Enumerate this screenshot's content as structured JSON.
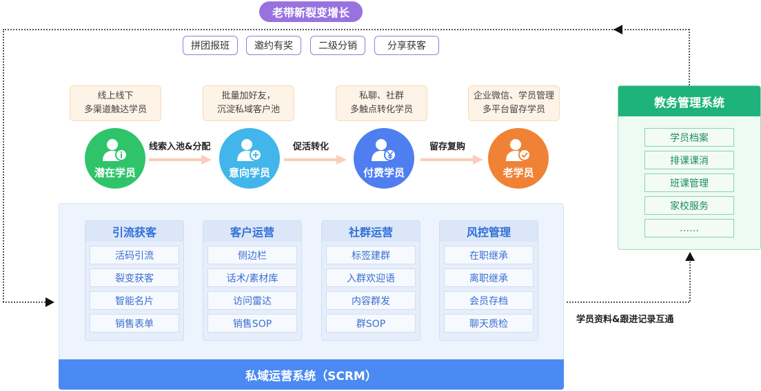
{
  "banner": "老带新裂变增长",
  "tags": [
    "拼团报班",
    "邀约有奖",
    "二级分销",
    "分享获客"
  ],
  "notes": [
    [
      "线上线下",
      "多渠道触达学员"
    ],
    [
      "批量加好友，",
      "沉淀私域客户池"
    ],
    [
      "私聊、社群",
      "多触点转化学员"
    ],
    [
      "企业微信、学员管理",
      "多平台留存学员"
    ]
  ],
  "stages": [
    {
      "label": "潜在学员",
      "color": "#2fc46a",
      "icon": "user-info-icon"
    },
    {
      "label": "意向学员",
      "color": "#42b6ea",
      "icon": "user-plus-icon"
    },
    {
      "label": "付费学员",
      "color": "#4f7ef0",
      "icon": "user-yen-icon"
    },
    {
      "label": "老学员",
      "color": "#f08236",
      "icon": "user-check-icon"
    }
  ],
  "transitions": [
    "线索入池&分配",
    "促活转化",
    "留存复购"
  ],
  "scrm": {
    "title": "私域运营系统（SCRM）",
    "columns": [
      {
        "title": "引流获客",
        "items": [
          "活码引流",
          "裂变获客",
          "智能名片",
          "销售表单"
        ]
      },
      {
        "title": "客户运营",
        "items": [
          "侧边栏",
          "话术/素材库",
          "访问雷达",
          "销售SOP"
        ]
      },
      {
        "title": "社群运营",
        "items": [
          "标签建群",
          "入群欢迎语",
          "内容群发",
          "群SOP"
        ]
      },
      {
        "title": "风控管理",
        "items": [
          "在职继承",
          "离职继承",
          "会员存档",
          "聊天质检"
        ]
      }
    ]
  },
  "edu": {
    "title": "教务管理系统",
    "items": [
      "学员档案",
      "排课课消",
      "班课管理",
      "家校服务",
      "……"
    ]
  },
  "link_label": "学员资料&跟进记录互通"
}
